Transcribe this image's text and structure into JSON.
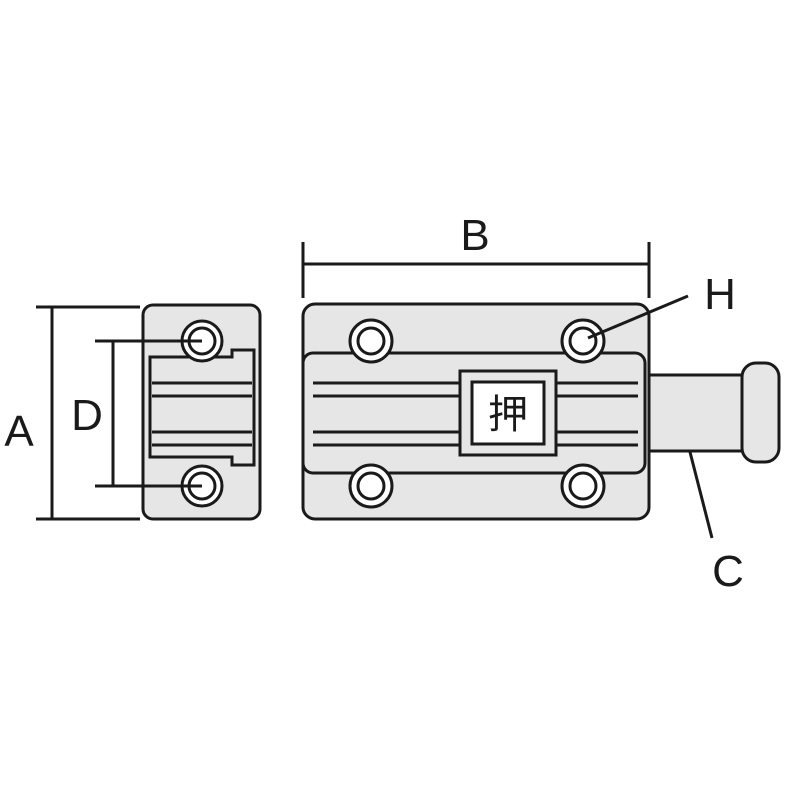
{
  "dimension_labels": {
    "a": "A",
    "b": "B",
    "c": "C",
    "d": "D",
    "h": "H"
  },
  "push_mark": "押",
  "colors": {
    "line": "#1a1a1a",
    "fill": "#e6e6e6",
    "background": "#ffffff"
  }
}
